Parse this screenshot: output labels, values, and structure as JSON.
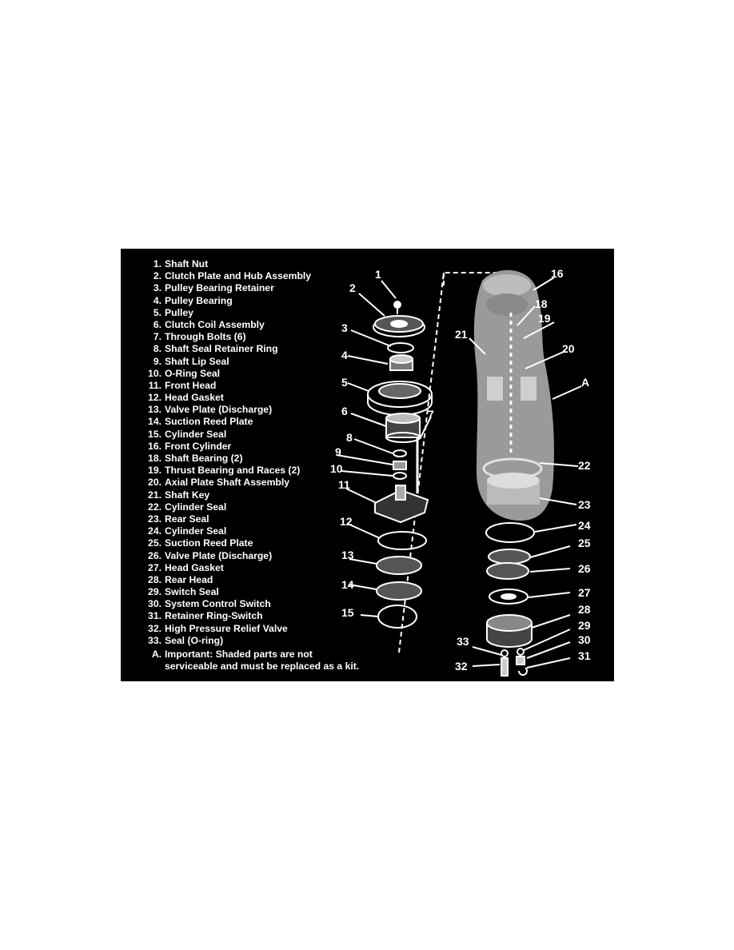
{
  "legend": [
    {
      "num": "1.",
      "label": "Shaft Nut"
    },
    {
      "num": "2.",
      "label": "Clutch Plate and Hub Assembly"
    },
    {
      "num": "3.",
      "label": "Pulley Bearing Retainer"
    },
    {
      "num": "4.",
      "label": "Pulley Bearing"
    },
    {
      "num": "5.",
      "label": "Pulley"
    },
    {
      "num": "6.",
      "label": "Clutch Coil Assembly"
    },
    {
      "num": "7.",
      "label": "Through Bolts (6)"
    },
    {
      "num": "8.",
      "label": "Shaft Seal Retainer Ring"
    },
    {
      "num": "9.",
      "label": "Shaft Lip Seal"
    },
    {
      "num": "10.",
      "label": "O-Ring Seal"
    },
    {
      "num": "11.",
      "label": "Front Head"
    },
    {
      "num": "12.",
      "label": "Head Gasket"
    },
    {
      "num": "13.",
      "label": "Valve Plate (Discharge)"
    },
    {
      "num": "14.",
      "label": "Suction Reed Plate"
    },
    {
      "num": "15.",
      "label": "Cylinder Seal"
    },
    {
      "num": "16.",
      "label": "Front Cylinder"
    },
    {
      "num": "18.",
      "label": "Shaft Bearing (2)"
    },
    {
      "num": "19.",
      "label": "Thrust Bearing and Races (2)"
    },
    {
      "num": "20.",
      "label": "Axial Plate Shaft Assembly"
    },
    {
      "num": "21.",
      "label": "Shaft Key"
    },
    {
      "num": "22.",
      "label": "Cylinder Seal"
    },
    {
      "num": "23.",
      "label": "Rear Seal"
    },
    {
      "num": "24.",
      "label": "Cylinder Seal"
    },
    {
      "num": "25.",
      "label": "Suction Reed Plate"
    },
    {
      "num": "26.",
      "label": "Valve Plate (Discharge)"
    },
    {
      "num": "27.",
      "label": "Head Gasket"
    },
    {
      "num": "28.",
      "label": "Rear Head"
    },
    {
      "num": "29.",
      "label": "Switch Seal"
    },
    {
      "num": "30.",
      "label": "System Control Switch"
    },
    {
      "num": "31.",
      "label": "Retainer Ring-Switch"
    },
    {
      "num": "32.",
      "label": "High Pressure Relief Valve"
    },
    {
      "num": "33.",
      "label": "Seal (O-ring)"
    }
  ],
  "note": {
    "letter": "A.",
    "line1": "Important: Shaded parts are not",
    "line2": "serviceable and must be replaced as a kit."
  },
  "callouts": {
    "c1": "1",
    "c2": "2",
    "c3": "3",
    "c4": "4",
    "c5": "5",
    "c6": "6",
    "c7": "7",
    "c8": "8",
    "c9": "9",
    "c10": "10",
    "c11": "11",
    "c12": "12",
    "c13": "13",
    "c14": "14",
    "c15": "15",
    "c16": "16",
    "c18": "18",
    "c19": "19",
    "c20": "20",
    "c21": "21",
    "cA": "A",
    "c22": "22",
    "c23": "23",
    "c24": "24",
    "c25": "25",
    "c26": "26",
    "c27": "27",
    "c28": "28",
    "c29": "29",
    "c30": "30",
    "c31": "31",
    "c32": "32",
    "c33": "33"
  },
  "colors": {
    "background": "#000000",
    "text": "#ffffff",
    "shaded_kit": "#9a9a9a"
  }
}
